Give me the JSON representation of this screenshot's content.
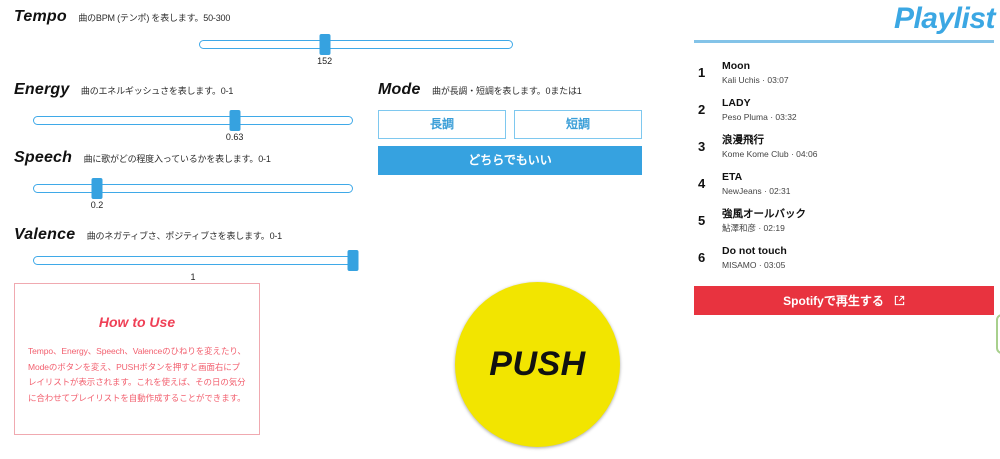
{
  "params": [
    {
      "name": "Tempo",
      "desc": "曲のBPM (テンポ) を表します。50-300",
      "value": "152"
    },
    {
      "name": "Energy",
      "desc": "曲のエネルギッシュさを表します。0-1",
      "value": "0.63"
    },
    {
      "name": "Speech",
      "desc": "曲に歌がどの程度入っているかを表します。0-1",
      "value": "0.2"
    },
    {
      "name": "Valence",
      "desc": "曲のネガティブさ、ポジティブさを表します。0-1",
      "value": "1"
    }
  ],
  "mode": {
    "name": "Mode",
    "desc": "曲が長調・短調を表します。0または1",
    "major_label": "長調",
    "minor_label": "短調",
    "any_label": "どちらでもいい"
  },
  "howto": {
    "title": "How to Use",
    "body": "Tempo、Energy、Speech、Valenceのひねりを変えたり、Modeのボタンを変え、PUSHボタンを押すと画面右にプレイリストが表示されます。これを使えば、その日の気分に合わせてプレイリストを自動作成することができます。"
  },
  "push": {
    "label": "PUSH"
  },
  "playlist": {
    "title": "Playlist",
    "tracks": [
      {
        "num": "1",
        "title": "Moon",
        "sub": "Kali Uchis · 03:07"
      },
      {
        "num": "2",
        "title": "LADY",
        "sub": "Peso Pluma · 03:32"
      },
      {
        "num": "3",
        "title": "浪漫飛行",
        "sub": "Kome Kome Club · 04:06"
      },
      {
        "num": "4",
        "title": "ETA",
        "sub": "NewJeans · 02:31"
      },
      {
        "num": "5",
        "title": "強風オールバック",
        "sub": "鮎澤和彦 · 02:19"
      },
      {
        "num": "6",
        "title": "Do not touch",
        "sub": "MISAMO · 03:05"
      }
    ],
    "spotify_label": "Spotifyで再生する"
  },
  "colors": {
    "accent_blue": "#36a2e0",
    "title_blue": "#3ba7e3",
    "spotify_red": "#e8333f",
    "push_yellow": "#f2e500",
    "howto_pink": "#f2606f",
    "green": "#a8d08d"
  }
}
